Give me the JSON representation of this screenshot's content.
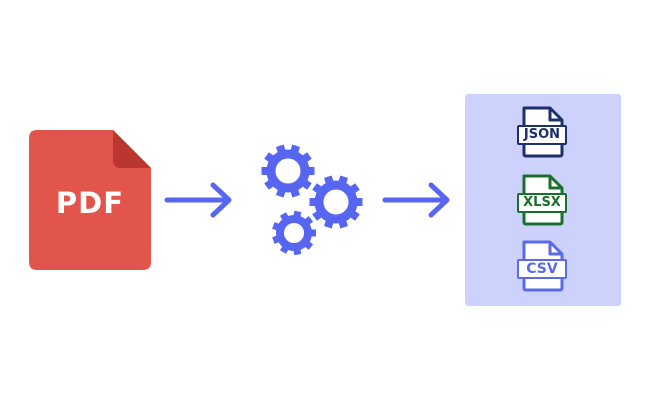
{
  "diagram": {
    "source": {
      "label": "PDF",
      "icon": "pdf-file-icon",
      "color": "#e1554c",
      "fold_color": "#b9372f"
    },
    "process": {
      "icon": "gears-icon",
      "color": "#5766f0"
    },
    "arrow_color": "#5766f0",
    "outputs": {
      "panel_color": "#ccd2fc",
      "items": [
        {
          "label": "JSON",
          "icon": "json-file-icon",
          "color": "#1c2f6e"
        },
        {
          "label": "XLSX",
          "icon": "xlsx-file-icon",
          "color": "#19702d"
        },
        {
          "label": "CSV",
          "icon": "csv-file-icon",
          "color": "#5b6ae8"
        }
      ]
    }
  }
}
